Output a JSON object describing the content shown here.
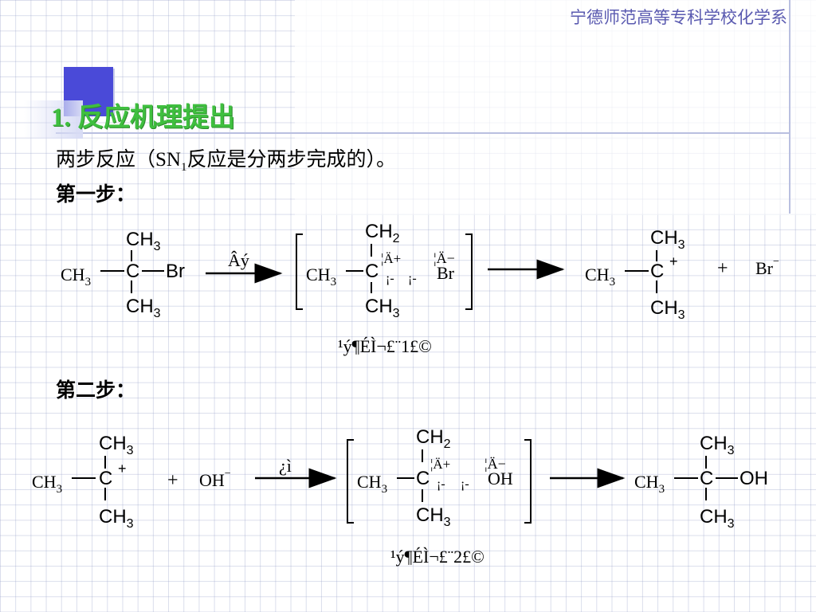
{
  "header": {
    "school": "宁德师范高等专科学校化学系"
  },
  "section": {
    "title": "1.  反应机理提出"
  },
  "intro": {
    "line1_a": "两步反应（SN",
    "line1_sub": "1",
    "line1_b": "反应是分两步完成的）。",
    "step1": "第一步：",
    "step2": "第二步："
  },
  "chem": {
    "CH3": "CH",
    "CH2": "CH",
    "three": "3",
    "two": "2",
    "C": "C",
    "Br": "Br",
    "OH": "OH",
    "plus": "+",
    "minus": "−",
    "step1_arrow_label": "Âý",
    "step2_arrow_label": "¿ì",
    "ts1_label": "¹ý¶ÉÌ¬£¨1£©",
    "ts2_label": "¹ý¶ÉÌ¬£¨2£©",
    "partial_plus": "¦Ä+",
    "partial_minus": "¦Ä−",
    "dash_mark": "¡-"
  }
}
